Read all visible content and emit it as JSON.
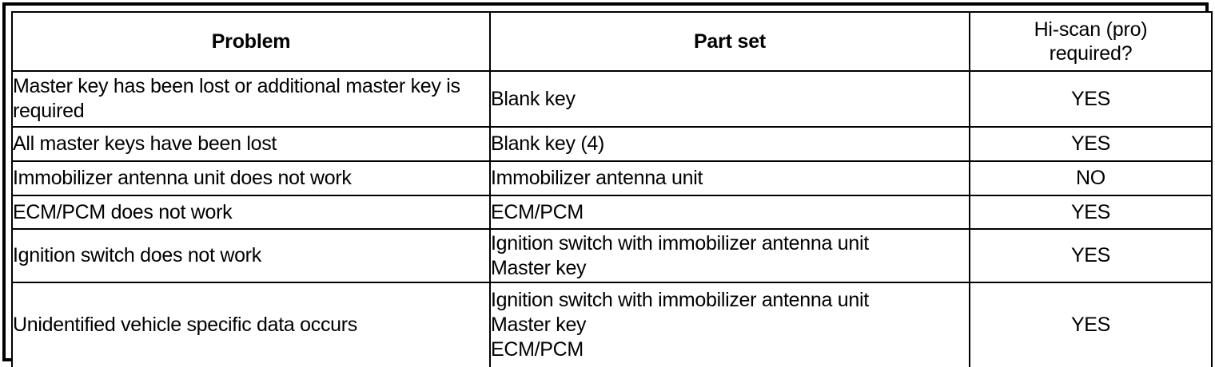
{
  "table": {
    "columns": [
      {
        "label": "Problem",
        "bold": true,
        "align": "center"
      },
      {
        "label": "Part set",
        "bold": true,
        "align": "center"
      },
      {
        "label_line1": "Hi-scan (pro)",
        "label_line2": "required?",
        "bold": false,
        "align": "center"
      }
    ],
    "rows": [
      {
        "problem_line1": "Master key has been lost or additional master key is",
        "problem_line2": "required",
        "part_set_line1": "Blank key",
        "part_set_line2": "",
        "part_set_line3": "",
        "hi_scan": "YES"
      },
      {
        "problem_line1": "All master keys have been lost",
        "problem_line2": "",
        "part_set_line1": "Blank key (4)",
        "part_set_line2": "",
        "part_set_line3": "",
        "hi_scan": "YES"
      },
      {
        "problem_line1": "Immobilizer antenna unit does not work",
        "problem_line2": "",
        "part_set_line1": "Immobilizer antenna unit",
        "part_set_line2": "",
        "part_set_line3": "",
        "hi_scan": "NO"
      },
      {
        "problem_line1": "ECM/PCM does not work",
        "problem_line2": "",
        "part_set_line1": "ECM/PCM",
        "part_set_line2": "",
        "part_set_line3": "",
        "hi_scan": "YES"
      },
      {
        "problem_line1": "Ignition switch does not work",
        "problem_line2": "",
        "part_set_line1": "Ignition switch with immobilizer antenna unit",
        "part_set_line2": "Master key",
        "part_set_line3": "",
        "hi_scan": "YES"
      },
      {
        "problem_line1": "Unidentified vehicle specific data occurs",
        "problem_line2": "",
        "part_set_line1": "Ignition switch with immobilizer antenna unit",
        "part_set_line2": "Master key",
        "part_set_line3": "ECM/PCM",
        "hi_scan": "YES"
      }
    ]
  },
  "colors": {
    "border": "#000000",
    "background": "#ffffff",
    "text": "#000000"
  }
}
